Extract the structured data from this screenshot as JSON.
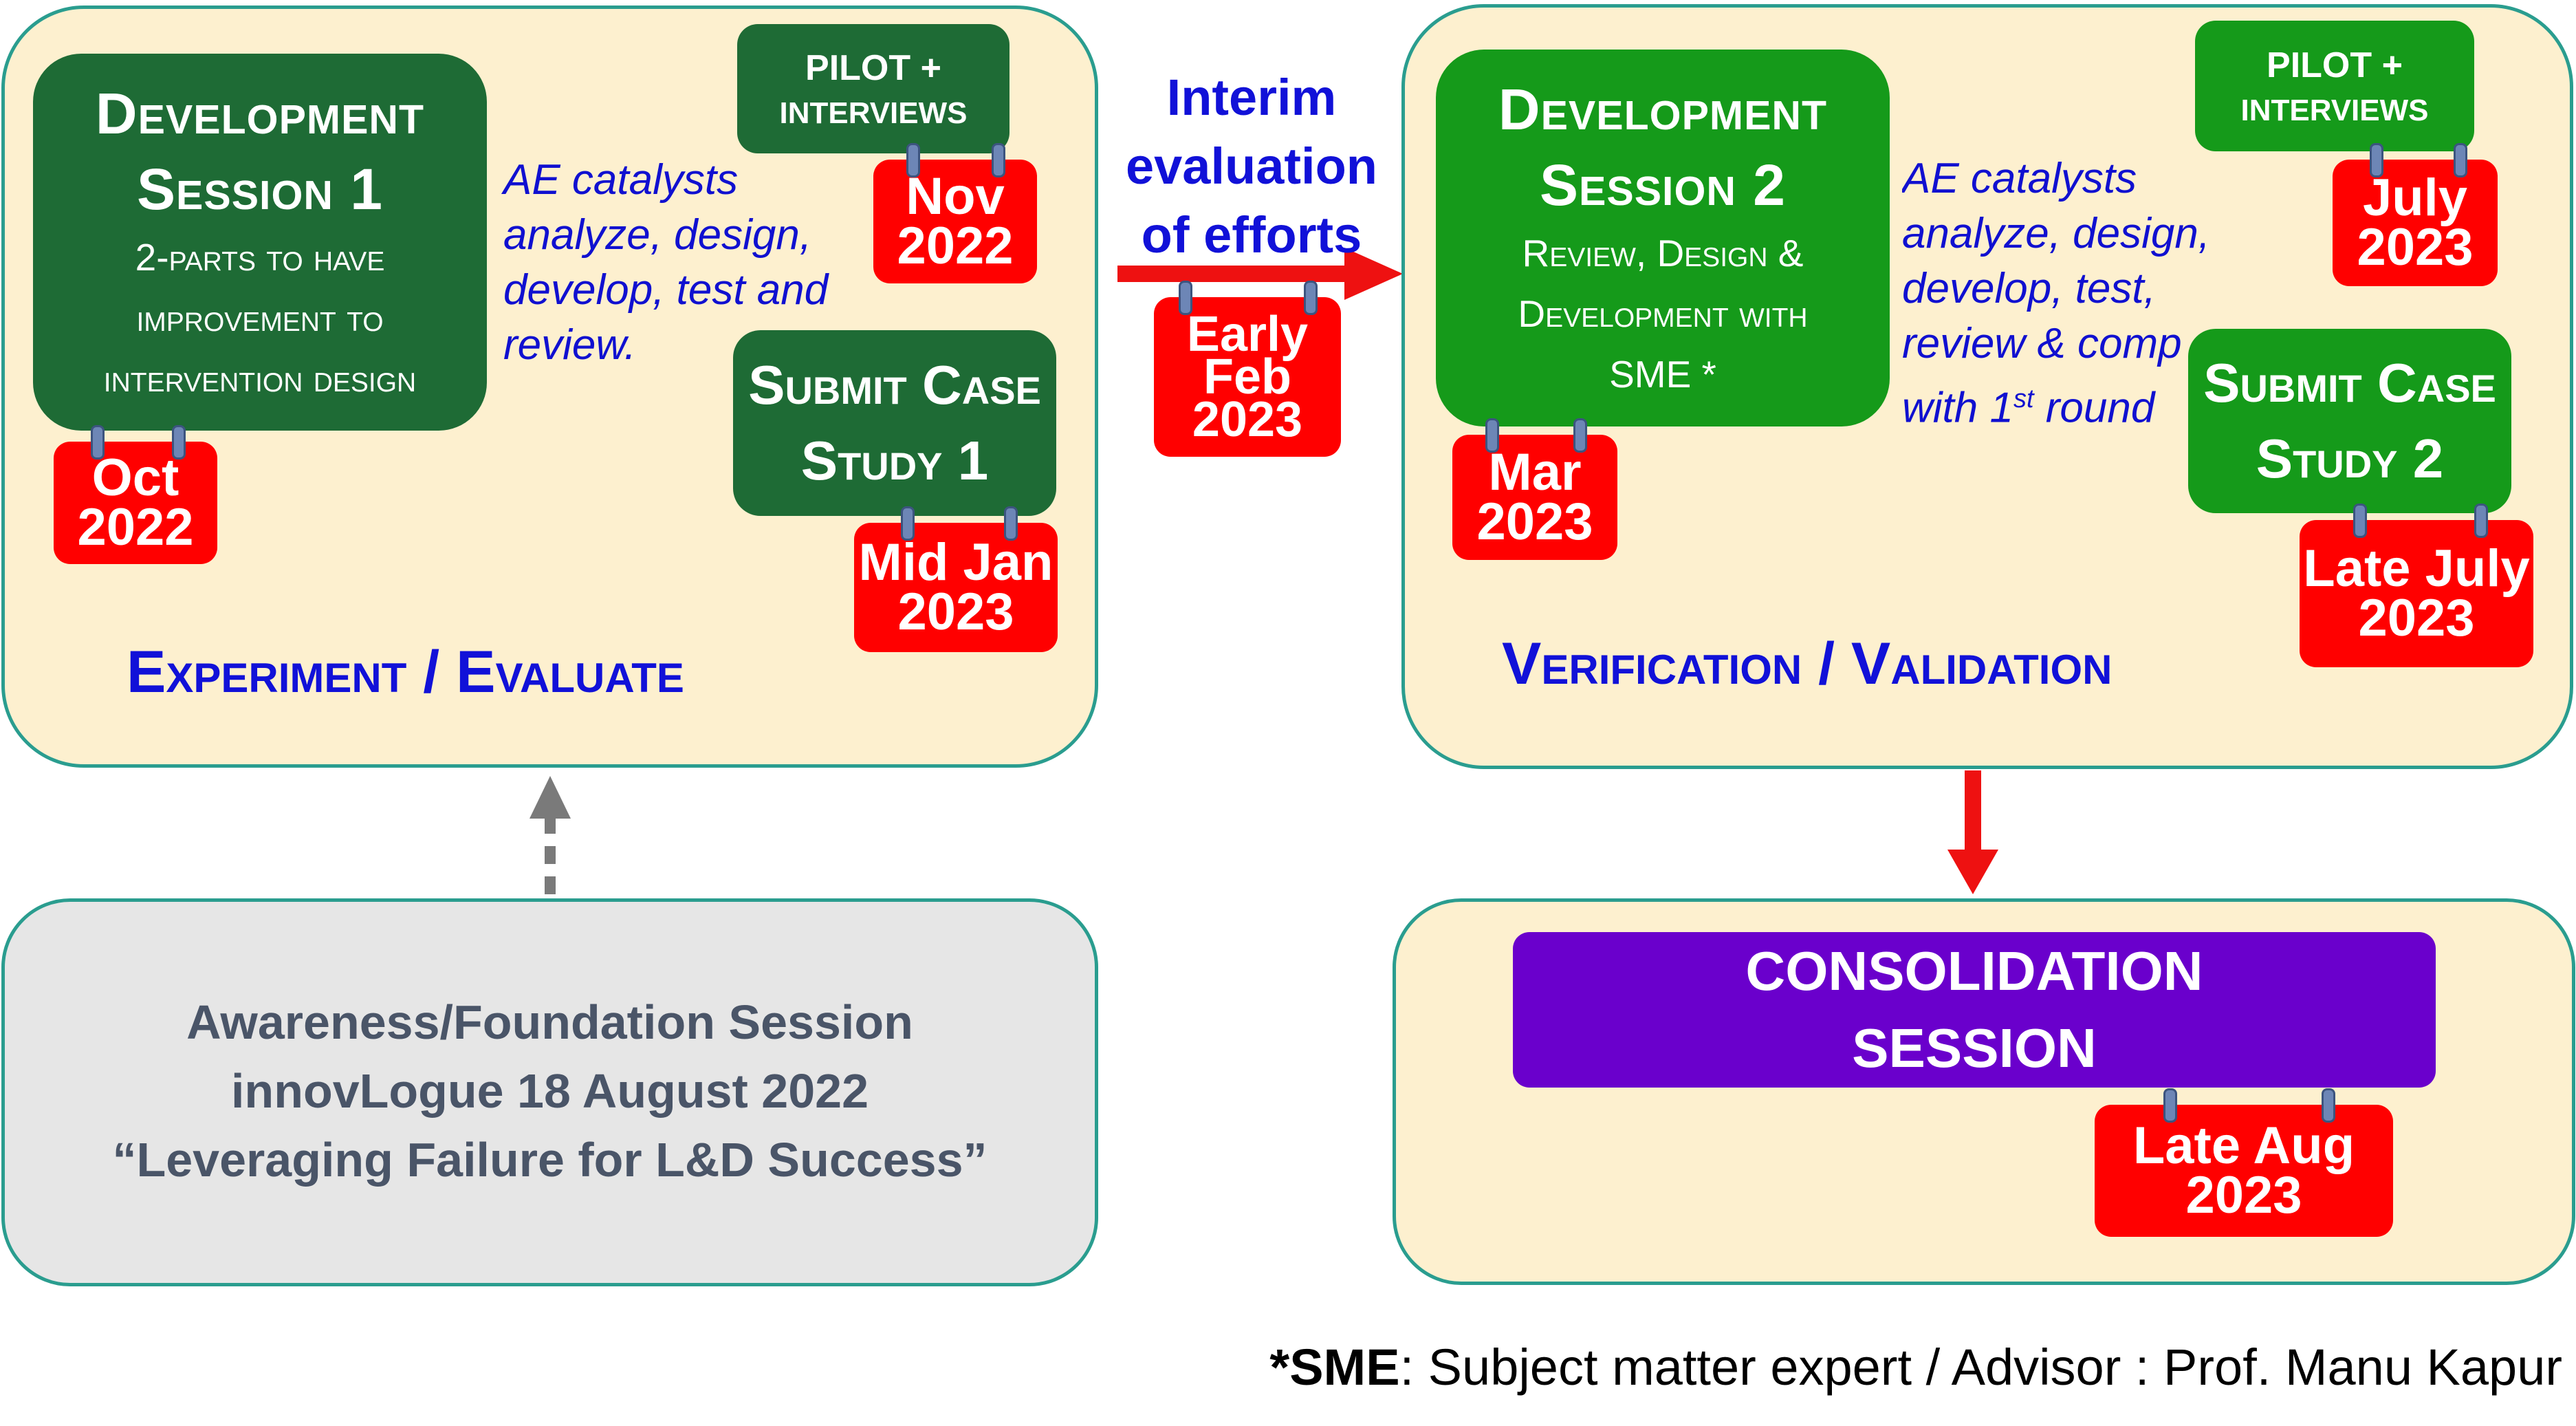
{
  "left": {
    "session_title": "Development",
    "session_num": "Session 1",
    "session_desc": [
      "2-parts to have",
      "improvement to",
      "intervention design"
    ],
    "session_date": [
      "Oct",
      "2022"
    ],
    "pilot": [
      "PILOT +",
      "INTERVIEWS"
    ],
    "pilot_date": [
      "Nov",
      "2022"
    ],
    "note": [
      "AE catalysts",
      "analyze, design,",
      "develop, test and",
      "review."
    ],
    "submit": [
      "Submit Case",
      "Study 1"
    ],
    "submit_date": [
      "Mid Jan",
      "2023"
    ],
    "phase_label": "Experiment / Evaluate"
  },
  "interim": {
    "text": [
      "Interim",
      "evaluation",
      "of efforts"
    ],
    "date": [
      "Early",
      "Feb",
      "2023"
    ]
  },
  "right": {
    "session_title": "Development",
    "session_num": "Session 2",
    "session_desc": [
      "Review, Design &",
      "Development with",
      "SME *"
    ],
    "session_date": [
      "Mar",
      "2023"
    ],
    "pilot": [
      "PILOT +",
      "INTERVIEWS"
    ],
    "pilot_date": [
      "July",
      "2023"
    ],
    "note": [
      "AE catalysts",
      "analyze, design,",
      "develop, test,",
      "review & comp",
      "with 1",
      "st",
      " round"
    ],
    "submit": [
      "Submit Case",
      "Study 2"
    ],
    "submit_date": [
      "Late July",
      "2023"
    ],
    "phase_label": "Verification / Validation"
  },
  "consolidation": {
    "title": [
      "CONSOLIDATION",
      "SESSION"
    ],
    "date": [
      "Late Aug",
      "2023"
    ]
  },
  "awareness": {
    "lines": [
      "Awareness/Foundation Session",
      "innovLogue 18 August 2022",
      "“Leveraging Failure for L&D Success”"
    ]
  },
  "footnote": {
    "bold": "*SME",
    "rest": ": Subject matter expert / Advisor : Prof. Manu Kapur"
  },
  "colors": {
    "panel_fill": "#fdf0cf",
    "panel_border": "#2a9d8f",
    "dark_green": "#1e6b35",
    "bright_green": "#159a1a",
    "calendar_red": "#ff0000",
    "phase_blue": "#1111d8",
    "consolidation_purple": "#6a00cc",
    "arrow_dark_red": "#b01010"
  }
}
